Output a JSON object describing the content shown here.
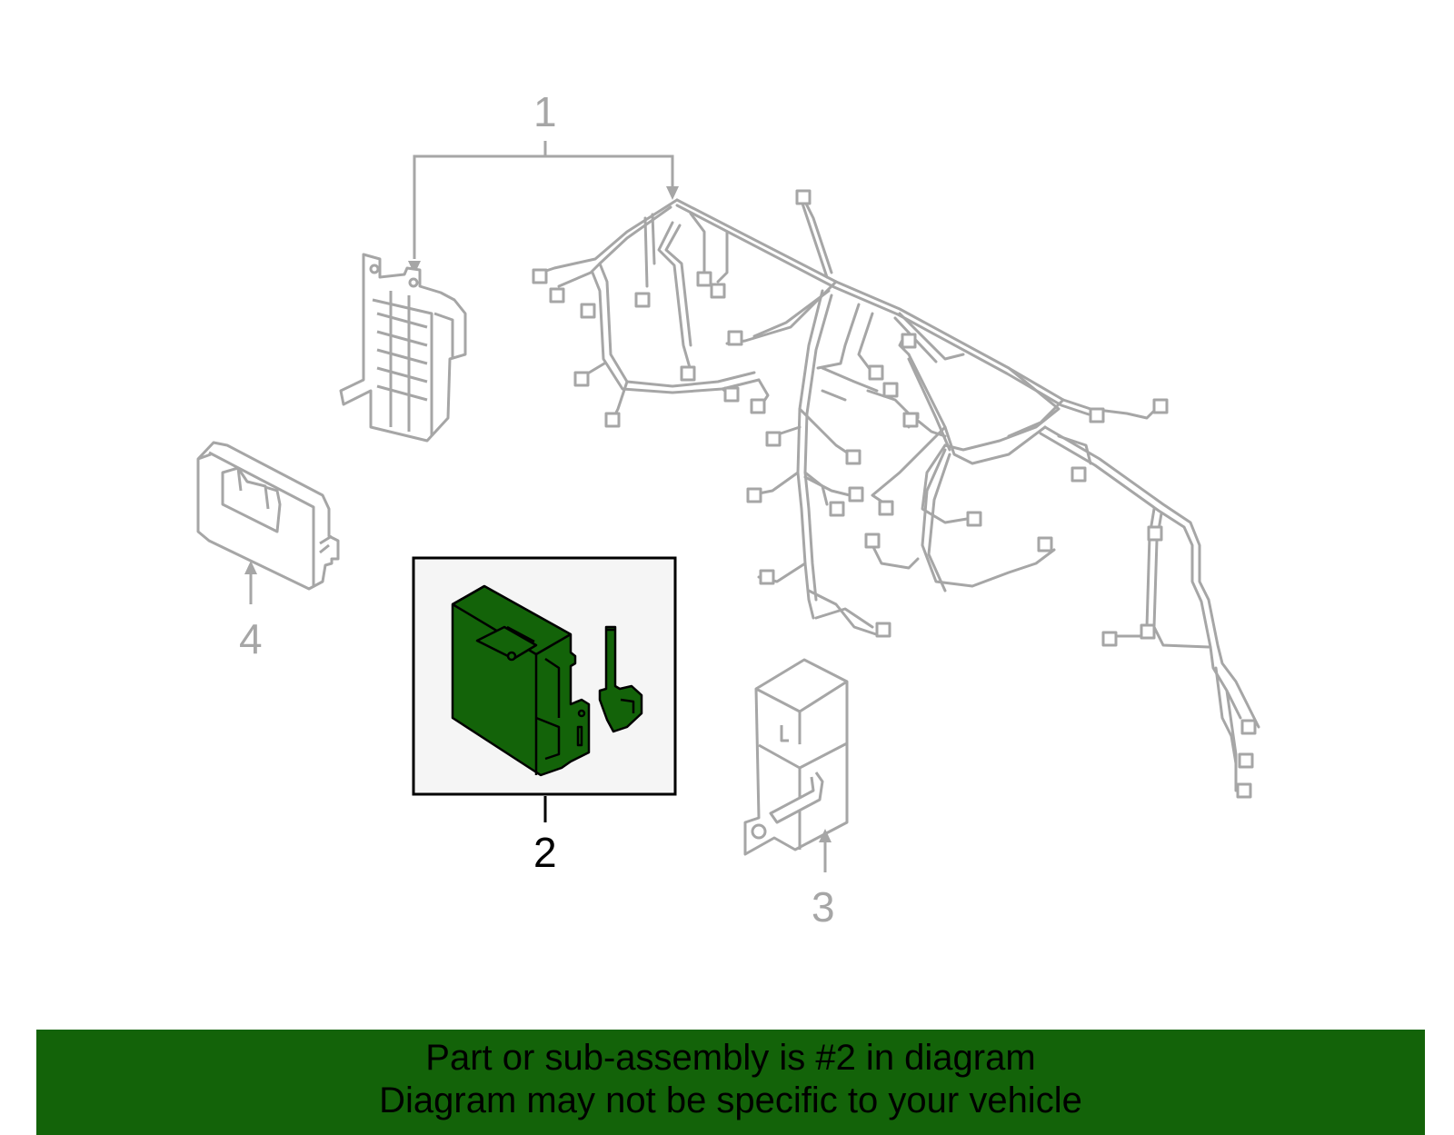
{
  "callouts": {
    "c1": "1",
    "c2": "2",
    "c3": "3",
    "c4": "4"
  },
  "highlighted_part": "2",
  "colors": {
    "line_gray": "#a6a6a6",
    "highlight_fill": "#136309",
    "highlight_box_bg": "#f5f5f5",
    "banner_bg": "#136309"
  },
  "banner": {
    "line1": "Part or sub-assembly is #2 in diagram",
    "line2": "Diagram may not be specific to your vehicle"
  }
}
